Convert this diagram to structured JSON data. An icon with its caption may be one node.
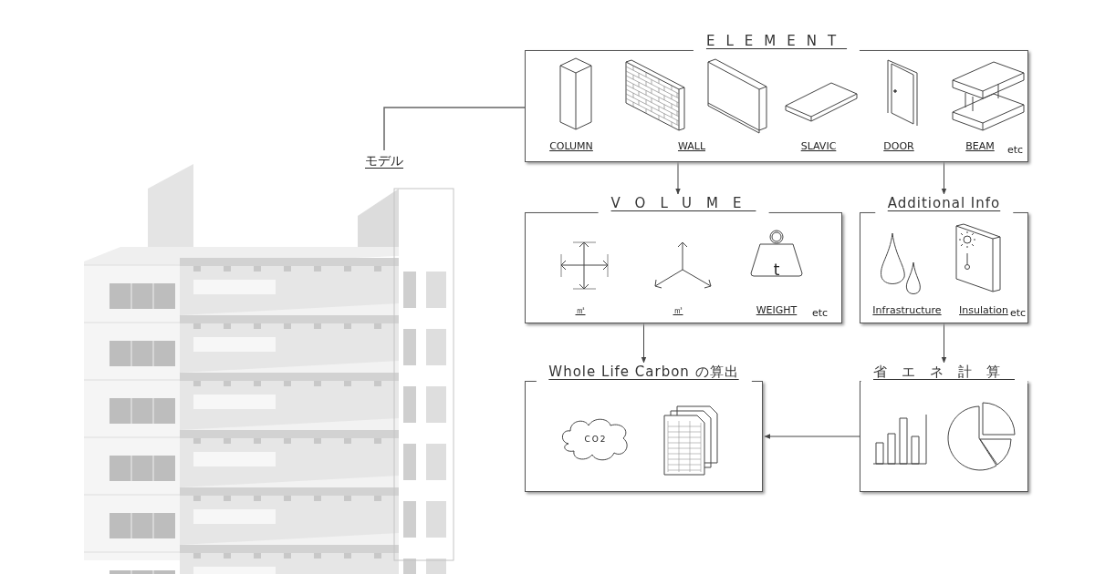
{
  "diagram": {
    "nodes": [
      {
        "text": [
          "モデル"
        ]
      },
      {
        "text": [
          "ELEMENT",
          "COLUMN",
          "WALL",
          "SLAVIC",
          "DOOR",
          "BEAM",
          "etc"
        ]
      },
      {
        "text": [
          "VOLUME",
          "㎡",
          "㎥",
          "t",
          "WEIGHT",
          "etc"
        ]
      },
      {
        "text": [
          "Additional Info",
          "Infrastructure",
          "Insulation",
          "etc"
        ]
      },
      {
        "text": [
          "Whole Life Carbon の算出",
          "CO2"
        ]
      },
      {
        "text": [
          "省エネ計算"
        ]
      }
    ],
    "edges": [
      {
        "from": 0,
        "to": 1,
        "arrow": "none"
      },
      {
        "from": 1,
        "to": 2,
        "arrow": "to"
      },
      {
        "from": 1,
        "to": 3,
        "arrow": "to"
      },
      {
        "from": 2,
        "to": 4,
        "arrow": "to"
      },
      {
        "from": 3,
        "to": 5,
        "arrow": "to"
      },
      {
        "from": 5,
        "to": 4,
        "arrow": "to"
      }
    ]
  }
}
